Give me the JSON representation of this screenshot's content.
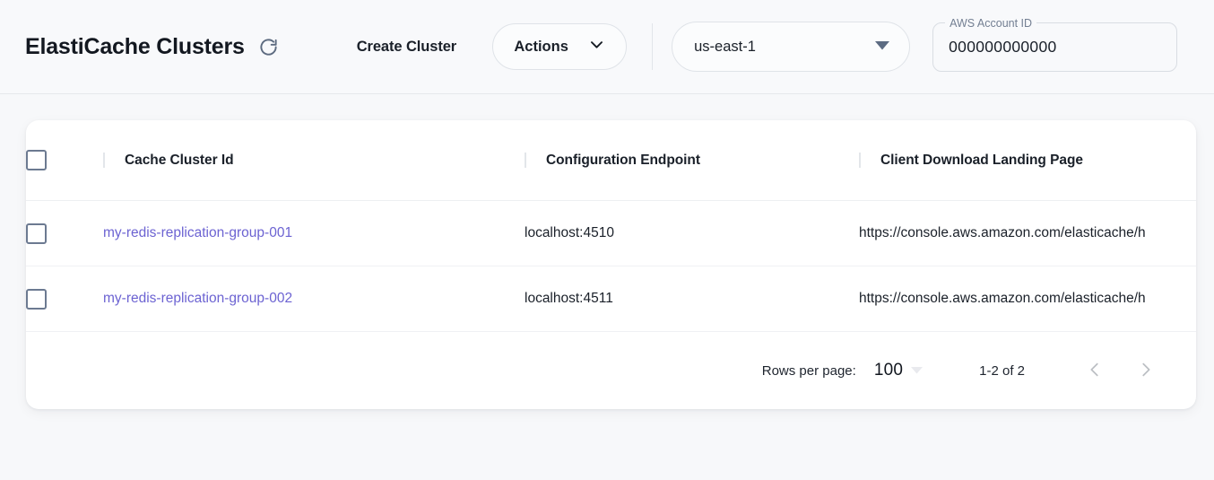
{
  "header": {
    "title": "ElastiCache Clusters",
    "refresh_icon": "refresh-icon",
    "create_cluster_label": "Create Cluster",
    "actions_label": "Actions",
    "actions_caret_icon": "chevron-down-icon",
    "region": {
      "selected": "us-east-1",
      "caret_icon": "caret-down-icon"
    },
    "account": {
      "label": "AWS Account ID",
      "value": "000000000000"
    }
  },
  "table": {
    "columns": [
      {
        "key": "select",
        "label": ""
      },
      {
        "key": "cache_cluster_id",
        "label": "Cache Cluster Id"
      },
      {
        "key": "configuration_endpoint",
        "label": "Configuration Endpoint"
      },
      {
        "key": "client_download_landing_page",
        "label": "Client Download Landing Page"
      }
    ],
    "select_all_checked": false,
    "rows": [
      {
        "checked": false,
        "cache_cluster_id": "my-redis-replication-group-001",
        "configuration_endpoint": "localhost:4510",
        "client_download_landing_page": "https://console.aws.amazon.com/elasticache/h"
      },
      {
        "checked": false,
        "cache_cluster_id": "my-redis-replication-group-002",
        "configuration_endpoint": "localhost:4511",
        "client_download_landing_page": "https://console.aws.amazon.com/elasticache/h"
      }
    ]
  },
  "pagination": {
    "rows_per_page_label": "Rows per page:",
    "rows_per_page_value": "100",
    "rows_per_page_caret_icon": "caret-down-icon",
    "range_label": "1-2 of 2",
    "prev_icon": "chevron-left-icon",
    "next_icon": "chevron-right-icon",
    "prev_enabled": false,
    "next_enabled": false
  },
  "colors": {
    "page_background": "#f7f8fa",
    "header_background": "#f8f9fb",
    "card_background": "#ffffff",
    "link": "#6c63d2",
    "text": "#1a2029",
    "muted": "#737f92",
    "border": "#dfe3e8"
  }
}
